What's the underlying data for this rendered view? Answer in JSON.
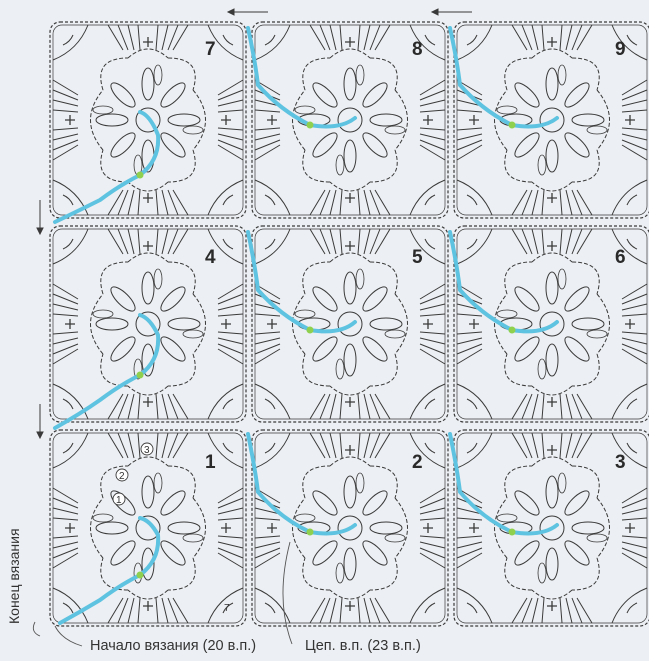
{
  "motif_numbers": [
    "7",
    "8",
    "9",
    "4",
    "5",
    "6",
    "1",
    "2",
    "3"
  ],
  "labels": {
    "end": "Конец вязания",
    "start": "Начало вязания (20 в.п.)",
    "chain": "Цеп. в.п. (23 в.п.)"
  },
  "round_markers": [
    "1",
    "2",
    "3"
  ],
  "small_number": "7",
  "colors": {
    "background": "#eceff3",
    "chart_lines": "#3a3a3a",
    "thread": "#5ec3e0",
    "joins": "#8fd14f"
  }
}
